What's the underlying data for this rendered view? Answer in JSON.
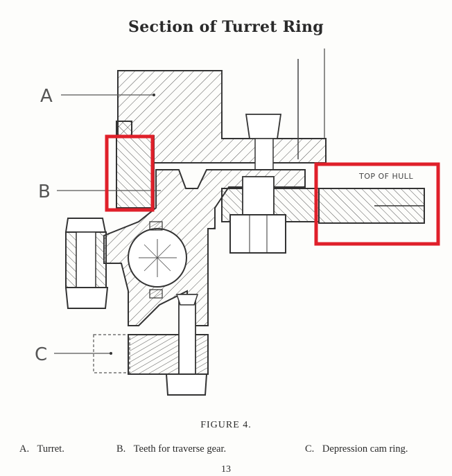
{
  "title": "Section of Turret Ring",
  "callouts": {
    "a": "A",
    "b": "B",
    "c": "C"
  },
  "hull_label": "TOP OF HULL",
  "figure_caption": "FIGURE 4.",
  "legend": [
    {
      "key": "A.",
      "text": "Turret."
    },
    {
      "key": "B.",
      "text": "Teeth for traverse gear."
    },
    {
      "key": "C.",
      "text": "Depression cam ring."
    }
  ],
  "page_number": "13",
  "colors": {
    "highlight": "#e0202a",
    "ink": "#3a3a3a"
  }
}
